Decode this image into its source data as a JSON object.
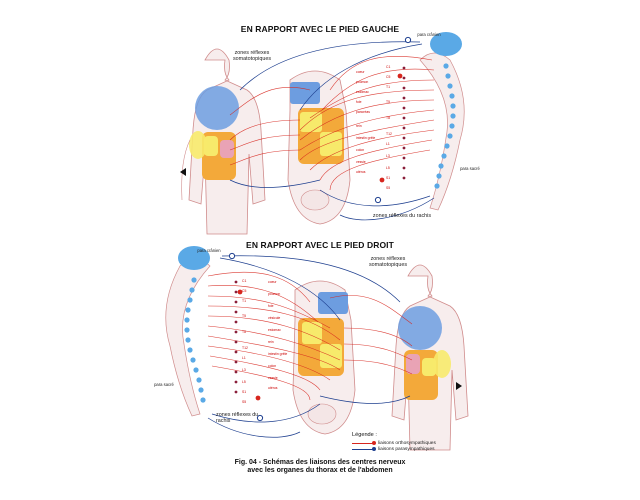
{
  "top_panel": {
    "title": "EN RAPPORT AVEC LE PIED GAUCHE",
    "label_somato": "zones réflexes somatotopiques",
    "label_rachis": "zones réflexes du rachis",
    "label_para_cranien": "para crânien",
    "label_para_sacre": "para sacré",
    "level_labels": [
      "C1",
      "C5",
      "T1",
      "T5",
      "T8",
      "T12",
      "L1",
      "L3",
      "L5",
      "S1",
      "S5"
    ],
    "organ_labels": [
      "coeur",
      "poumon",
      "estomac",
      "foie",
      "pancréas",
      "rein",
      "intestin grêle",
      "colon",
      "vessie",
      "utérus"
    ]
  },
  "bottom_panel": {
    "title": "EN RAPPORT AVEC LE PIED DROIT",
    "label_somato": "zones réflexes somatotopiques",
    "label_rachis": "zones réflexes du rachis",
    "label_para_cranien": "para crânien",
    "label_para_sacre": "para sacré",
    "level_labels": [
      "C1",
      "C5",
      "T1",
      "T5",
      "T8",
      "T12",
      "L1",
      "L3",
      "L5",
      "S1",
      "S5"
    ],
    "organ_labels": [
      "coeur",
      "poumon",
      "foie",
      "vésicule",
      "estomac",
      "rein",
      "intestin grêle",
      "colon",
      "vessie",
      "utérus"
    ]
  },
  "legend": {
    "title": "Légende :",
    "items": [
      {
        "label": "liaisons orthosympathiques",
        "color": "#d7261e"
      },
      {
        "label": "liaisons parasympathiques",
        "color": "#1e3f8f"
      }
    ]
  },
  "caption": {
    "line1": "Fig. 04 - Schémas des liaisons des centres nerveux",
    "line2": "avec les organes du thorax et de l'abdomen"
  },
  "colors": {
    "ortho": "#d7261e",
    "para": "#1e3f8f",
    "body_outline": "#d08c8c",
    "spine": "#5aa9e6",
    "lung": "#6d9de0",
    "organ_yellow": "#f7ea6b",
    "organ_orange": "#f3a93a",
    "organ_pink": "#e9a3b5",
    "skin": "#f4e6e6"
  }
}
